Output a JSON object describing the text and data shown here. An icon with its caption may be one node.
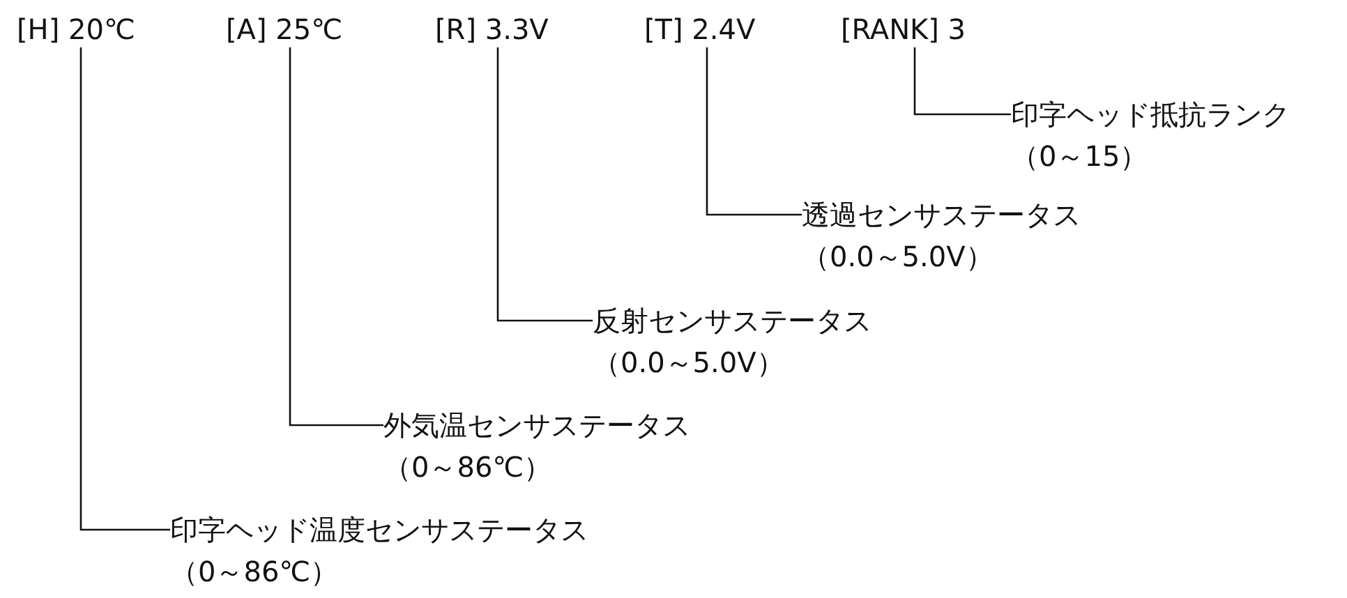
{
  "diagram": {
    "nodes": [
      {
        "text": [
          "[H] 20℃"
        ]
      },
      {
        "text": [
          "[A] 25℃"
        ]
      },
      {
        "text": [
          "[R] 3.3V"
        ]
      },
      {
        "text": [
          "[T] 2.4V"
        ]
      },
      {
        "text": [
          "[RANK] 3"
        ]
      },
      {
        "text": [
          "印字ヘッド抵抗ランク",
          "（0～15）"
        ]
      },
      {
        "text": [
          "透過センサステータス",
          "（0.0～5.0V）"
        ]
      },
      {
        "text": [
          "反射センサステータス",
          "（0.0～5.0V）"
        ]
      },
      {
        "text": [
          "外気温センサステータス",
          "（0～86℃）"
        ]
      },
      {
        "text": [
          "印字ヘッド温度センサステータス",
          "（0～86℃）"
        ]
      }
    ],
    "edges": [
      {
        "from": 0,
        "to": 9,
        "arrow": "none"
      },
      {
        "from": 1,
        "to": 8,
        "arrow": "none"
      },
      {
        "from": 2,
        "to": 7,
        "arrow": "none"
      },
      {
        "from": 3,
        "to": 6,
        "arrow": "none"
      },
      {
        "from": 4,
        "to": 5,
        "arrow": "none"
      }
    ]
  }
}
